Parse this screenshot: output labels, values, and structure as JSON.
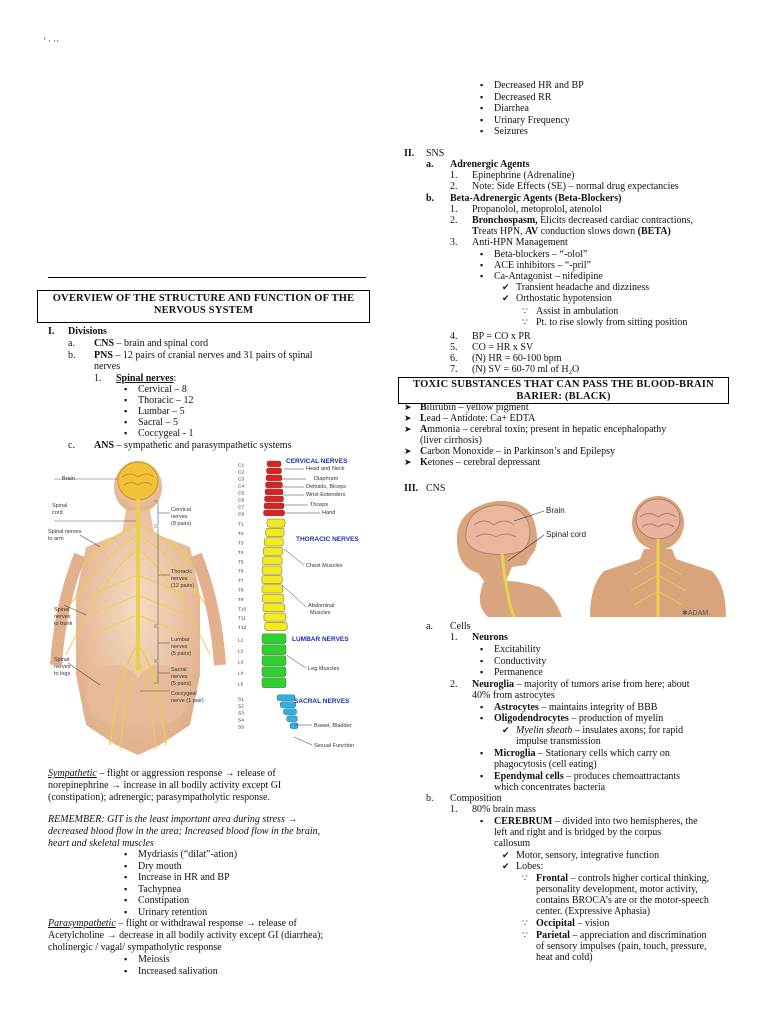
{
  "header_mark": "' · ·· ",
  "left": {
    "overview_title_1": "OVERVIEW OF THE STRUCTURE AND FUNCTION OF THE",
    "overview_title_2": "NERVOUS SYSTEM",
    "divisions_num": "I.",
    "divisions": "Divisions",
    "a_num": "a.",
    "cns_label": "CNS",
    "cns_text": " – brain and spinal cord",
    "b_num": "b.",
    "pns_label": "PNS",
    "pns_text_1": " – 12 pairs of cranial nerves and 31 pairs of spinal",
    "pns_text_2": "nerves",
    "spinal_num": "1.",
    "spinal_label": "Spinal nerves",
    "spinal_colon": ":",
    "spinal_items": [
      "Cervical – 8",
      "Thoracic – 12",
      "Lumbar – 5",
      "Sacral – 5",
      "Coccygeal - 1"
    ],
    "c_num": "c.",
    "ans_label": "ANS",
    "ans_text": " – sympathetic and parasympathetic systems",
    "fig1_labels": {
      "brain": "Brain",
      "spinal_cord_1": "Spinal",
      "spinal_cord_2": "cord",
      "arm_1": "Spinal nerves",
      "arm_2": "to arm",
      "trunk_1": "Spinal",
      "trunk_2": "nerves",
      "trunk_3": "to trunk",
      "legs_1": "Spinal",
      "legs_2": "nerves",
      "legs_3": "to legs",
      "cervical_1": "Cervical",
      "cervical_2": "nerves",
      "cervical_3": "(8 pairs)",
      "thoracic_1": "Thoracic",
      "thoracic_2": "nerves",
      "thoracic_3": "(12 pairs)",
      "lumbar_1": "Lumbar",
      "lumbar_2": "nerves",
      "lumbar_3": "(5 pairs)",
      "sacral_1": "Sacral",
      "sacral_2": "nerves",
      "sacral_3": "(5 pairs)",
      "coccygeal_1": "Coccygeal",
      "coccygeal_2": "nerve (1 pair)"
    },
    "fig2_labels": {
      "cervical_nerves": "CERVICAL NERVES",
      "head_neck": "Head and Neck",
      "diaphram": "Diaphram",
      "deltoids": "Deltoids, Biceps",
      "wrist": "Wrist Extenders",
      "triceps": "Triceps",
      "hand": "Hand",
      "thoracic_nerves": "THORACIC NERVES",
      "chest": "Chest Muscles",
      "abdominal_1": "Abdominal",
      "abdominal_2": "Muscles",
      "lumbar_nerves": "LUMBAR NERVES",
      "leg": "Leg Muscles",
      "sacral_nerves": "SACRAL NERVES",
      "bowel": "Bowel, Bladder",
      "sexual": "Sexual Function",
      "c_levels": [
        "C1",
        "C2",
        "C3",
        "C4",
        "C5",
        "C6",
        "C7",
        "C8"
      ],
      "t_levels": [
        "T1",
        "T2",
        "T3",
        "T4",
        "T5",
        "T6",
        "T7",
        "T8",
        "T9",
        "T10",
        "T11",
        "T12"
      ],
      "l_levels": [
        "L1",
        "L2",
        "L3",
        "L4",
        "L5"
      ],
      "s_levels": [
        "S1",
        "S2",
        "S3",
        "S4",
        "S5"
      ]
    },
    "symp_label": "Sympathetic",
    "symp_text_1": " – flight or aggression response → release of",
    "symp_text_2": "norepinephrine → increase in all bodily activity except GI",
    "symp_text_3": "(constipation); adrenergic; parasympatholytic response.",
    "remember_1": "REMEMBER: GIT is the least important area during stress →",
    "remember_2": "decreased blood flow in the area; Increased blood flow in the brain,",
    "remember_3": "heart and skeletal muscles",
    "symp_effects": [
      "Mydriasis (“dilat”-ation)",
      "Dry mouth",
      "Increase in HR and BP",
      "Tachypnea",
      "Constipation",
      "Urinary retention"
    ],
    "para_label": "Parasympathetic",
    "para_text_1": " – flight or withdrawal response → release of",
    "para_text_2": "Acetylcholine → decrease in all bodily activity except GI (diarrhea);",
    "para_text_3": "cholinergic / vagal/ sympatholytic response",
    "para_effects": [
      "Meiosis",
      "Increased salivation"
    ]
  },
  "right": {
    "para_cont": [
      "Decreased HR and BP",
      "Decreased RR",
      "Diarrhea",
      "Urinary Frequency",
      "Seizures"
    ],
    "sns_num": "II.",
    "sns_label": "SNS",
    "a_num": "a.",
    "adrenergic": "Adrenergic Agents",
    "adr_items": [
      "Epinephrine (Adrenaline)",
      "Note: Side Effects (SE) – normal drug expectancies"
    ],
    "b_num": "b.",
    "beta_title": "Beta-Adrenergic Agents (Beta-Blockers)",
    "beta_1": "Propanolol, metoprolol, atenolol",
    "beta_2a_b": "Bronchospasm,",
    "beta_2a": " Elicits decreased cardiac contractions,",
    "beta_2b_b1": "T",
    "beta_2b": "reats HPN, ",
    "beta_2b_b2": "AV",
    "beta_2b_2": " conduction slows down ",
    "beta_2b_b3": "(BETA)",
    "beta_3": "Anti-HPN Management",
    "hpn_items": [
      "Beta-blockers – “-olol”",
      "ACE inhibitors – “-pril”",
      "Ca-Antagonist – nifedipine"
    ],
    "ca_items": [
      "Transient headache and dizziness",
      "Orthostatic hypotension"
    ],
    "ortho_items": [
      "Assist in ambulation",
      "Pt. to rise slowly from sitting position"
    ],
    "formulas": [
      "BP = CO x PR",
      "CO = HR x SV",
      "(N) HR = 60-100 bpm",
      "(N) SV = 60-70 ml of H₂O"
    ],
    "toxic_title_1": "TOXIC SUBSTANCES THAT CAN PASS THE BLOOD-BRAIN",
    "toxic_title_2": "BARIER: (BLACK)",
    "toxic": [
      {
        "b": "B",
        "t": "ilirubin – yellow pigment"
      },
      {
        "b": "L",
        "t": "ead – Antidote: Ca+ EDTA"
      },
      {
        "b": "A",
        "t": "mmonia – cerebral toxin; present in hepatic encephalopathy"
      },
      {
        "b": "C",
        "t": "arbon Monoxide – in Parkinson’s and Epilepsy"
      },
      {
        "b": "K",
        "t": "etones – cerebral depressant"
      }
    ],
    "toxic_cont": "(liver cirrhosis)",
    "cns_num": "III.",
    "cns_label": "CNS",
    "fig3_brain": "Brain",
    "fig3_cord": "Spinal cord",
    "fig3_adam": "✱ADAM.",
    "cells_num": "a.",
    "cells": "Cells",
    "neurons_num": "1.",
    "neurons": "Neurons",
    "neuron_items": [
      "Excitability",
      "Conductivity",
      "Permanence"
    ],
    "neuroglia_num": "2.",
    "neuroglia": "Neuroglia",
    "neuroglia_text_1": " – majority of tumors arise from here; about",
    "neuroglia_text_2": "40% from astrocytes",
    "astro": "Astrocytes",
    "astro_t": " – maintains integrity of BBB",
    "oligo": "Oligodendrocytes",
    "oligo_t": " – production of myelin",
    "myelin": "Myelin sheath",
    "myelin_t1": " – insulates axons; for rapid",
    "myelin_t2": "impulse transmission",
    "micro": "Microglia",
    "micro_t1": " – Stationary cells which carry on",
    "micro_t2": "phagocytosis (cell eating)",
    "epen": "Ependymal cells",
    "epen_t1": " – produces chemoattractants",
    "epen_t2": "which concentrates bacteria",
    "comp_num": "b.",
    "comp": "Composition",
    "brain80_num": "1.",
    "brain80": "80% brain mass",
    "cerebrum": "CEREBRUM",
    "cerebrum_t1": " – divided into two hemispheres, the",
    "cerebrum_t2": "left and right and is bridged by the corpus",
    "cerebrum_t3": "callosum",
    "motor": "Motor, sensory, integrative function",
    "lobes": "Lobes:",
    "frontal": "Frontal",
    "frontal_t1": " – controls higher cortical thinking,",
    "frontal_t2": "personality development, motor activity,",
    "frontal_t3": "contains BROCA’s are or the motor-speech",
    "frontal_t4": "center. (Expressive Aphasia)",
    "occipital": "Occipital",
    "occipital_t": " – vision",
    "parietal": "Parietal",
    "parietal_t1": " – appreciation and discrimination",
    "parietal_t2": "of sensory impulses (pain, touch, pressure,",
    "parietal_t3": "heat and cold)"
  }
}
